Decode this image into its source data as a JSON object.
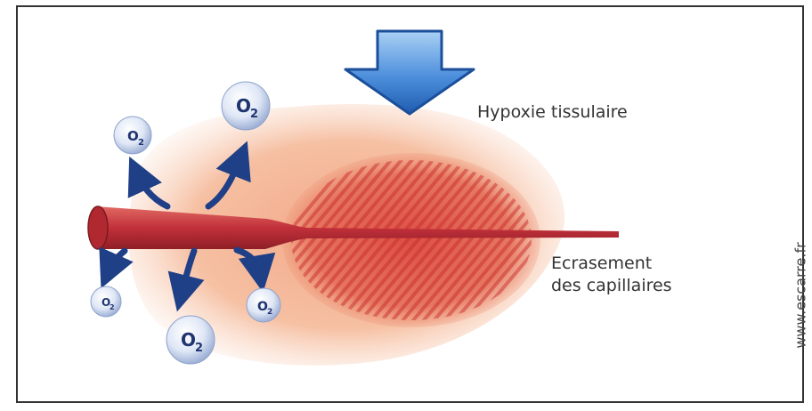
{
  "labels": {
    "hypoxia": "Hypoxie tissulaire",
    "capillaries_line1": "Ecrasement",
    "capillaries_line2": "des capillaires",
    "watermark": "www.escarre.fr"
  },
  "oxygen": {
    "symbol": "O",
    "subscript": "2"
  },
  "colors": {
    "tissue": "#f4b592",
    "crush_zone": "#d9473f",
    "vessel": "#c9343a",
    "arrow_blue": "#3f7fd0",
    "bubble": "#dfe8f7",
    "bubble_text": "#1f3470"
  },
  "icons": [
    "down-arrow-icon",
    "oxygen-bubble-icon",
    "diffusion-arrow-icon"
  ]
}
